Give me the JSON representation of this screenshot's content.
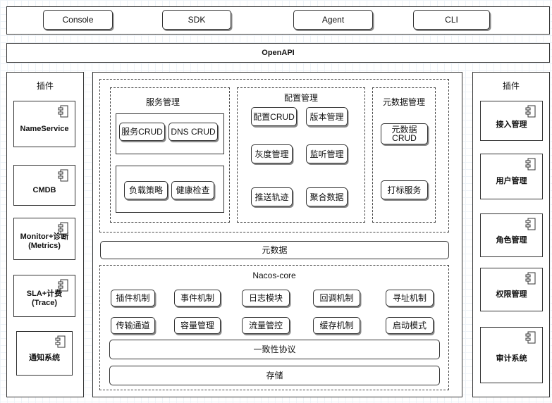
{
  "top_layer": {
    "items": [
      "Console",
      "SDK",
      "Agent",
      "CLI"
    ]
  },
  "openapi": {
    "label": "OpenAPI"
  },
  "left_plugins": {
    "title": "插件",
    "items": [
      "NameService",
      "CMDB",
      "Monitor+诊断\n(Metrics)",
      "SLA+计费\n(Trace)",
      "通知系统"
    ]
  },
  "right_plugins": {
    "title": "插件",
    "items": [
      "接入管理",
      "用户管理",
      "角色管理",
      "权限管理",
      "审计系统"
    ]
  },
  "service_mgmt": {
    "title": "服务管理",
    "group1": [
      "服务CRUD",
      "DNS CRUD"
    ],
    "group2": [
      "负载策略",
      "健康检查"
    ]
  },
  "config_mgmt": {
    "title": "配置管理",
    "items": [
      "配置CRUD",
      "版本管理",
      "灰度管理",
      "监听管理",
      "推送轨迹",
      "聚合数据"
    ]
  },
  "metadata_mgmt": {
    "title": "元数据管理",
    "items": [
      "元数据\nCRUD",
      "打标服务"
    ]
  },
  "metadata_bar": {
    "label": "元数据"
  },
  "core": {
    "title": "Nacos-core",
    "row1": [
      "插件机制",
      "事件机制",
      "日志模块",
      "回调机制",
      "寻址机制"
    ],
    "row2": [
      "传输通道",
      "容量管理",
      "流量管控",
      "缓存机制",
      "启动模式"
    ],
    "consistency": "一致性协议",
    "storage": "存储"
  },
  "icon": "component-icon"
}
